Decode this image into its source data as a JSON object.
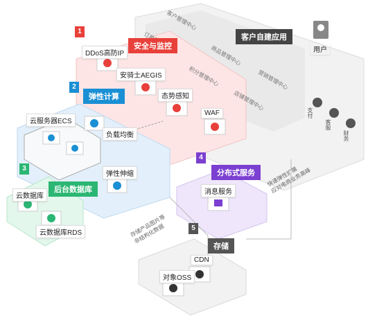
{
  "colors": {
    "security": "#e8403a",
    "compute": "#1a8fd4",
    "database": "#2bb673",
    "distributed": "#7b3fd1",
    "storage": "#555555",
    "customer": "#444444"
  },
  "customer": {
    "title": "客户自建应用",
    "user_label": "用户",
    "modules": [
      "客户管理中心",
      "订单管理中心",
      "商品管理中心",
      "积分管理中心",
      "营销管理中心",
      "店铺管理中心"
    ],
    "side_items": [
      "支付",
      "客服",
      "财务"
    ]
  },
  "security": {
    "number": "1",
    "title": "安全与监控",
    "items": [
      "DDoS高防IP",
      "安骑士AEGIS",
      "态势感知",
      "WAF"
    ]
  },
  "compute": {
    "number": "2",
    "title": "弹性计算",
    "items": [
      "云服务器ECS",
      "负载均衡",
      "弹性伸缩"
    ]
  },
  "database": {
    "number": "3",
    "title": "后台数据库",
    "items": [
      "云数据库",
      "云数据库RDS"
    ]
  },
  "distributed": {
    "number": "4",
    "title": "分布式服务",
    "items": [
      "消息服务"
    ]
  },
  "storage": {
    "number": "5",
    "title": "存储",
    "items": [
      "CDN",
      "对象OSS"
    ]
  },
  "notes": {
    "elastic": "快速弹性扩展\n应对电商业务高峰",
    "storage": "存储产品图片等\n非结构化数据"
  }
}
